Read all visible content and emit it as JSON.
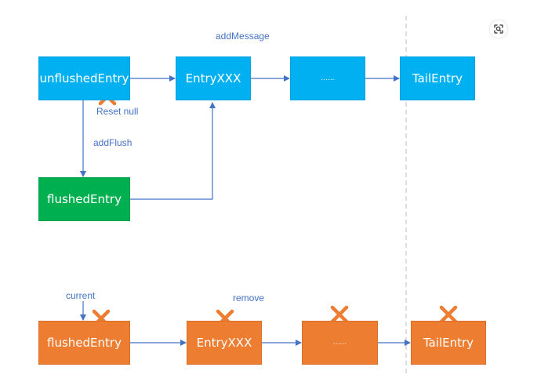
{
  "colors": {
    "blue_box": "#00b0f0",
    "green_box": "#00b050",
    "orange_box": "#ed7d31",
    "connector": "#4472c4",
    "cross": "#ed7d31",
    "divider": "#bfbfbf"
  },
  "top_row": {
    "unflushed": "unflushedEntry",
    "entry": "EntryXXX",
    "dots": "......",
    "tail": "TailEntry"
  },
  "flushed": "flushedEntry",
  "labels": {
    "add_message": "addMessage",
    "reset_null": "Reset null",
    "add_flush": "addFlush",
    "current": "current",
    "remove": "remove"
  },
  "bottom_row": {
    "flushed": "flushedEntry",
    "entry": "EntryXXX",
    "dots": "......",
    "tail": "TailEntry"
  },
  "icons": {
    "scan_button": "image-search-icon",
    "removed_marker": "cross-icon"
  }
}
